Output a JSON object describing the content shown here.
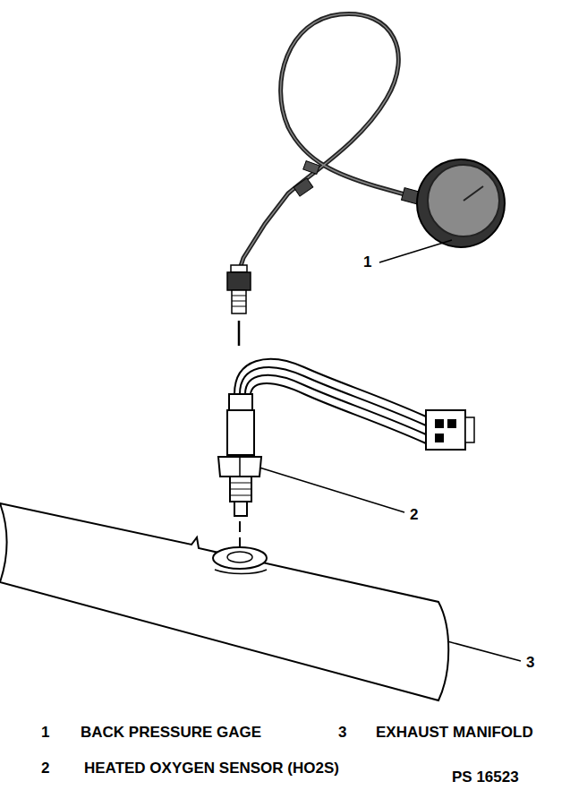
{
  "diagram": {
    "labels": [
      "1",
      "2",
      "3",
      "1",
      "BACK PRESSURE GAGE",
      "3",
      "EXHAUST MANIFOLD",
      "2",
      "HEATED OXYGEN SENSOR (HO2S)",
      "PS 16523"
    ]
  }
}
